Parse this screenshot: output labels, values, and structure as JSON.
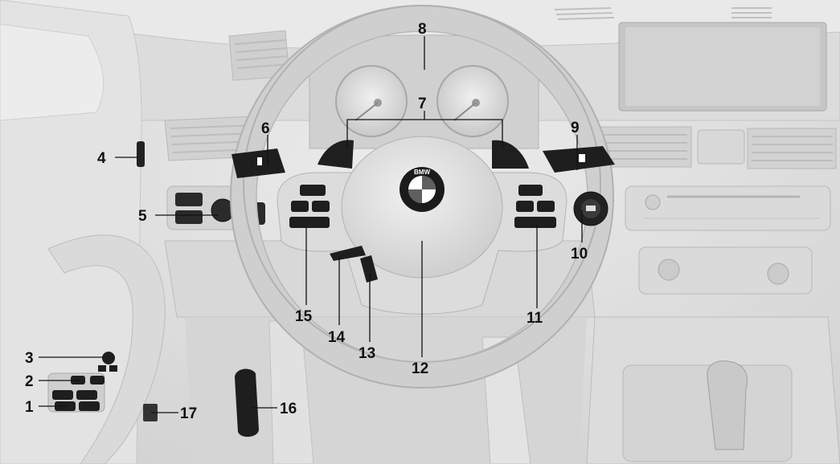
{
  "callouts": [
    {
      "id": "1",
      "label": "1"
    },
    {
      "id": "2",
      "label": "2"
    },
    {
      "id": "3",
      "label": "3"
    },
    {
      "id": "4",
      "label": "4"
    },
    {
      "id": "5",
      "label": "5"
    },
    {
      "id": "6",
      "label": "6"
    },
    {
      "id": "7",
      "label": "7"
    },
    {
      "id": "8",
      "label": "8"
    },
    {
      "id": "9",
      "label": "9"
    },
    {
      "id": "10",
      "label": "10"
    },
    {
      "id": "11",
      "label": "11"
    },
    {
      "id": "12",
      "label": "12"
    },
    {
      "id": "13",
      "label": "13"
    },
    {
      "id": "14",
      "label": "14"
    },
    {
      "id": "15",
      "label": "15"
    },
    {
      "id": "16",
      "label": "16"
    },
    {
      "id": "17",
      "label": "17"
    }
  ],
  "logo": {
    "brand": "BMW"
  },
  "colors": {
    "background": "#e6e6e6",
    "panel": "#d6d6d6",
    "shadow": "#b4b4b4",
    "dark_part": "#1e1e1e",
    "label": "#111111",
    "leader": "#111111"
  }
}
